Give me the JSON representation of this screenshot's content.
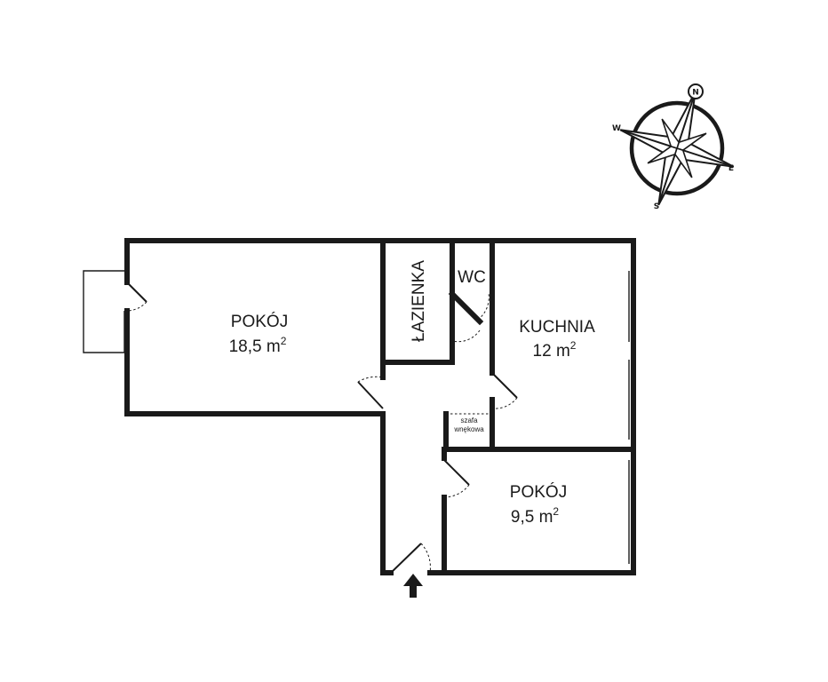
{
  "rooms": [
    {
      "id": "pokoj1",
      "name": "POKÓJ",
      "area_value": "18,5",
      "area_unit": "m",
      "area_exp": "2"
    },
    {
      "id": "lazienka",
      "name": "ŁAZIENKA"
    },
    {
      "id": "wc",
      "name": "WC"
    },
    {
      "id": "kuchnia",
      "name": "KUCHNIA",
      "area_value": "12",
      "area_unit": "m",
      "area_exp": "2"
    },
    {
      "id": "pokoj2",
      "name": "POKÓJ",
      "area_value": "9,5",
      "area_unit": "m",
      "area_exp": "2"
    }
  ],
  "closet": {
    "line1": "szafa",
    "line2": "wnękowa"
  },
  "compass": {
    "n": "N",
    "e": "E",
    "s": "S",
    "w": "W"
  },
  "colors": {
    "wall": "#1a1a1a",
    "background": "#ffffff"
  }
}
